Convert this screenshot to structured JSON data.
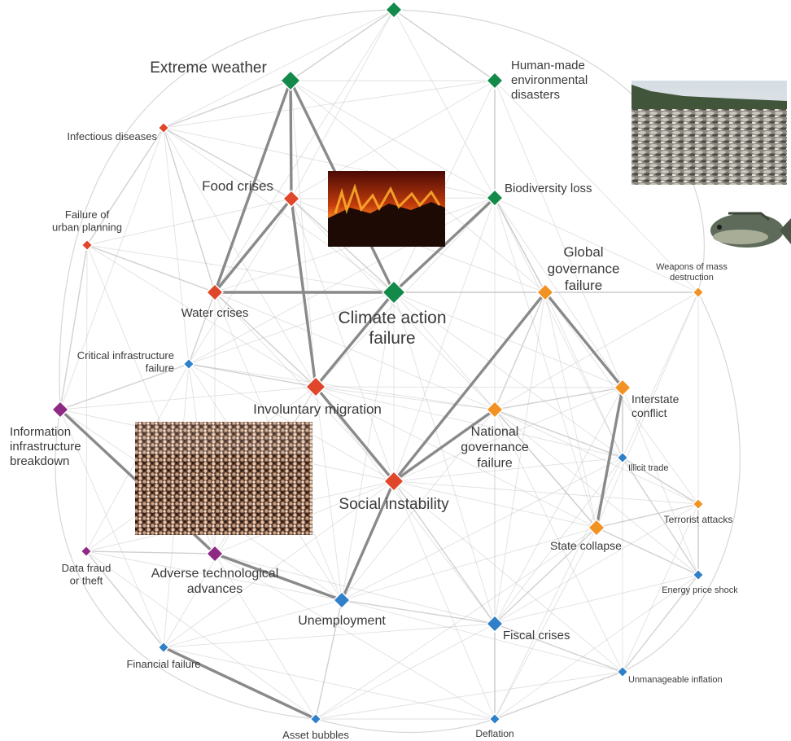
{
  "colors": {
    "environmental": "#138a4a",
    "societal": "#e0462a",
    "geopolitical": "#f29222",
    "technological": "#8e2a83",
    "economic": "#2f80c8",
    "edge": "#bdbdbd",
    "edge_strong": "#8a8a8a",
    "label": "#3a3a3a"
  },
  "nodes": [
    {
      "id": "top",
      "label": "",
      "category": "environmental",
      "size": "m"
    },
    {
      "id": "extreme_weather",
      "label": "Extreme weather",
      "category": "environmental",
      "size": "l"
    },
    {
      "id": "human_made",
      "label": "Human-made\nenvironmental\ndisasters",
      "category": "environmental",
      "size": "m"
    },
    {
      "id": "infectious",
      "label": "Infectious diseases",
      "category": "societal",
      "size": "s"
    },
    {
      "id": "food",
      "label": "Food crises",
      "category": "societal",
      "size": "m"
    },
    {
      "id": "biodiversity",
      "label": "Biodiversity loss",
      "category": "environmental",
      "size": "m"
    },
    {
      "id": "urban",
      "label": "Failure of\nurban planning",
      "category": "societal",
      "size": "s"
    },
    {
      "id": "global_gov",
      "label": "Global\ngovernance\nfailure",
      "category": "geopolitical",
      "size": "m"
    },
    {
      "id": "wmd",
      "label": "Weapons of mass\ndestruction",
      "category": "geopolitical",
      "size": "s"
    },
    {
      "id": "water",
      "label": "Water crises",
      "category": "societal",
      "size": "m"
    },
    {
      "id": "climate",
      "label": "Climate action\nfailure",
      "category": "environmental",
      "size": "xl"
    },
    {
      "id": "critical_infra",
      "label": "Critical infrastructure\nfailure",
      "category": "economic",
      "size": "s"
    },
    {
      "id": "migration",
      "label": "Involuntary migration",
      "category": "societal",
      "size": "l"
    },
    {
      "id": "interstate",
      "label": "Interstate\nconflict",
      "category": "geopolitical",
      "size": "m"
    },
    {
      "id": "info_infra",
      "label": "Information\ninfrastructure\nbreakdown",
      "category": "technological",
      "size": "m"
    },
    {
      "id": "national_gov",
      "label": "National\ngovernance\nfailure",
      "category": "geopolitical",
      "size": "m"
    },
    {
      "id": "illicit",
      "label": "Illicit trade",
      "category": "economic",
      "size": "s"
    },
    {
      "id": "social",
      "label": "Social instability",
      "category": "societal",
      "size": "l"
    },
    {
      "id": "terrorist",
      "label": "Terrorist attacks",
      "category": "geopolitical",
      "size": "s"
    },
    {
      "id": "data_fraud",
      "label": "Data fraud\nor theft",
      "category": "technological",
      "size": "s"
    },
    {
      "id": "adverse_tech",
      "label": "Adverse technological\nadvances",
      "category": "technological",
      "size": "m"
    },
    {
      "id": "state_collapse",
      "label": "State collapse",
      "category": "geopolitical",
      "size": "m"
    },
    {
      "id": "energy",
      "label": "Energy price shock",
      "category": "economic",
      "size": "s"
    },
    {
      "id": "unemployment",
      "label": "Unemployment",
      "category": "economic",
      "size": "m"
    },
    {
      "id": "fiscal",
      "label": "Fiscal crises",
      "category": "economic",
      "size": "m"
    },
    {
      "id": "financial",
      "label": "Financial failure",
      "category": "economic",
      "size": "s"
    },
    {
      "id": "inflation",
      "label": "Unmanageable inflation",
      "category": "economic",
      "size": "s"
    },
    {
      "id": "asset",
      "label": "Asset bubbles",
      "category": "economic",
      "size": "s"
    },
    {
      "id": "deflation",
      "label": "Deflation",
      "category": "economic",
      "size": "s"
    }
  ],
  "strong_links": [
    [
      "extreme_weather",
      "climate"
    ],
    [
      "climate",
      "biodiversity"
    ],
    [
      "extreme_weather",
      "food"
    ],
    [
      "food",
      "water"
    ],
    [
      "water",
      "climate"
    ],
    [
      "migration",
      "social"
    ],
    [
      "social",
      "unemployment"
    ],
    [
      "social",
      "national_gov"
    ],
    [
      "global_gov",
      "interstate"
    ],
    [
      "info_infra",
      "adverse_tech"
    ],
    [
      "adverse_tech",
      "unemployment"
    ],
    [
      "food",
      "migration"
    ],
    [
      "climate",
      "migration"
    ],
    [
      "extreme_weather",
      "water"
    ],
    [
      "global_gov",
      "social"
    ],
    [
      "asset",
      "financial"
    ],
    [
      "interstate",
      "state_collapse"
    ]
  ],
  "photos": [
    {
      "id": "wildfire",
      "subject": "wildfire"
    },
    {
      "id": "fish_kill",
      "subject": "dead fish on shore"
    },
    {
      "id": "fish",
      "subject": "fish"
    },
    {
      "id": "crowd",
      "subject": "crowd"
    }
  ]
}
